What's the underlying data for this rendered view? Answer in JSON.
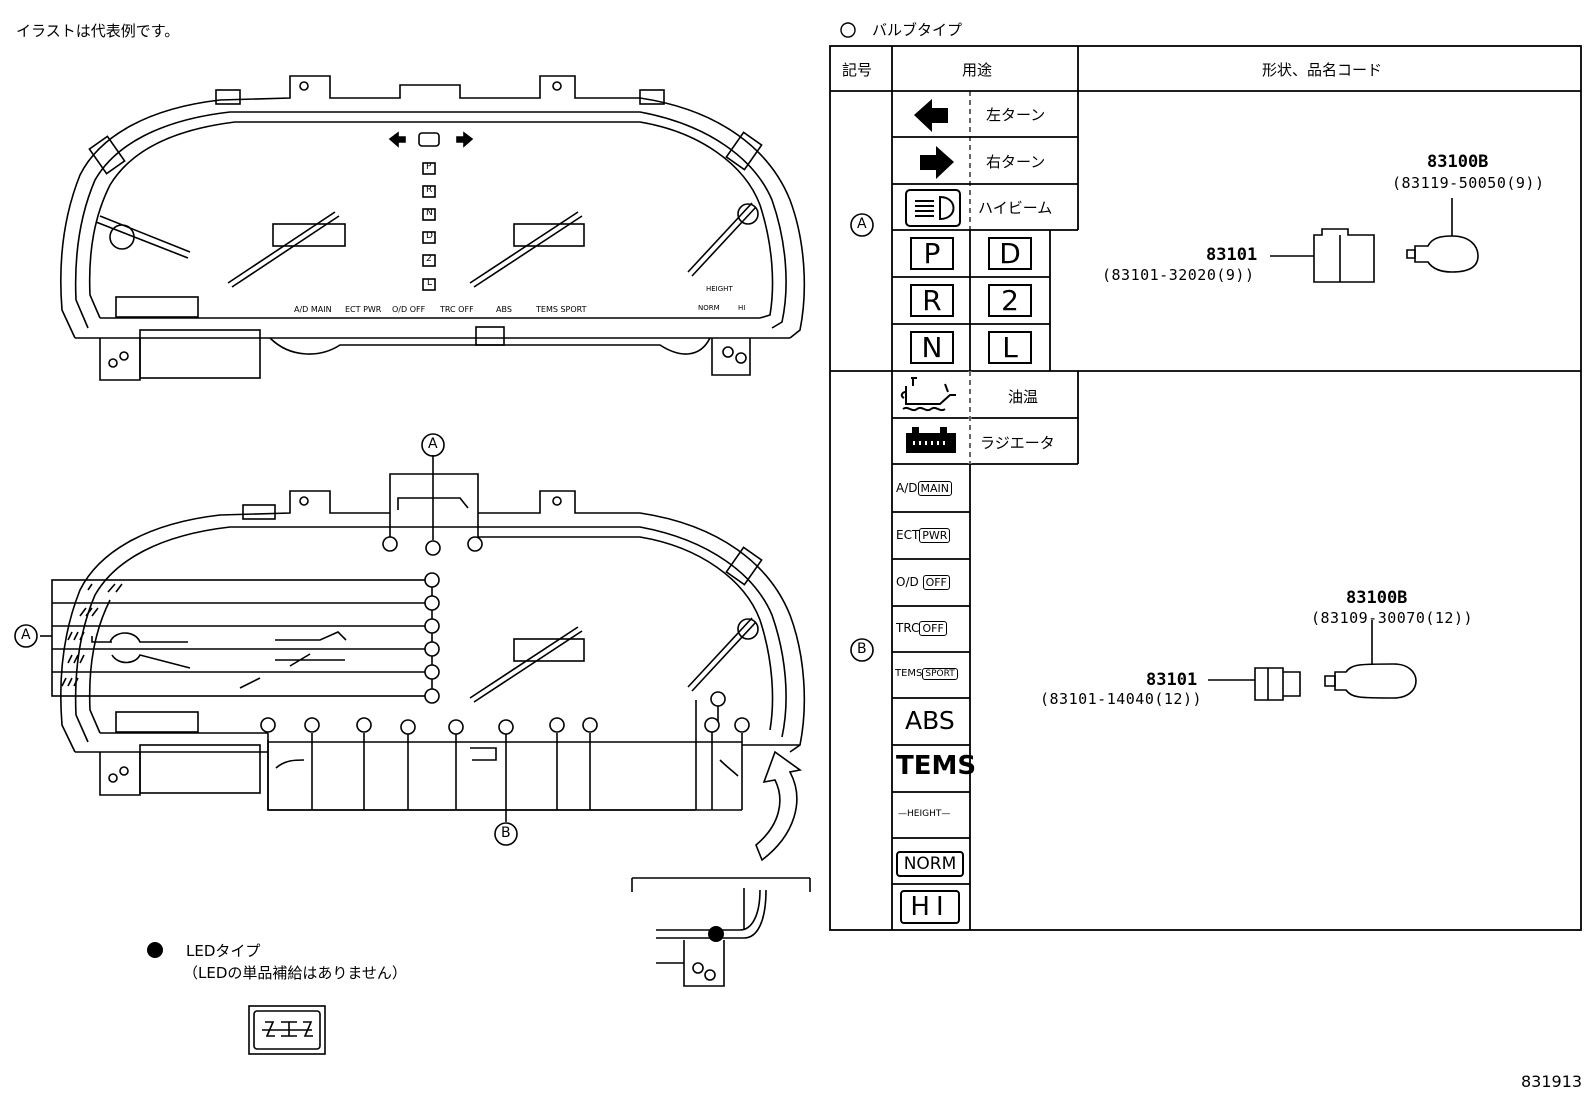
{
  "caption_top_left": "イラストは代表例です。",
  "bulb_section_title": "バルブタイプ",
  "led_section": {
    "title": "LEDタイプ",
    "note": "（LEDの単品補給はありません）",
    "icon_name": "hazard-switch-icon"
  },
  "diagram_number": "831913",
  "callouts": {
    "top_a": "A",
    "left_a": "A",
    "bottom_b": "B"
  },
  "table": {
    "headers": {
      "symbol": "記号",
      "usage": "用途",
      "shape": "形状、品名コード"
    },
    "group_a": {
      "symbol": "A",
      "rows": [
        {
          "icon": "left-turn-arrow-icon",
          "label": "左ターン"
        },
        {
          "icon": "right-turn-arrow-icon",
          "label": "右ターン"
        },
        {
          "icon": "high-beam-icon",
          "label": "ハイビーム"
        }
      ],
      "shift_positions": [
        [
          "P",
          "D"
        ],
        [
          "R",
          "2"
        ],
        [
          "N",
          "L"
        ]
      ],
      "part_bulb_code": "83100B",
      "part_bulb_sub": "(83119-50050(9))",
      "part_socket_code": "83101",
      "part_socket_sub": "(83101-32020(9))"
    },
    "group_b": {
      "symbol": "B",
      "rows": [
        {
          "icon": "oil-temp-icon",
          "label": "油温"
        },
        {
          "icon": "radiator-icon",
          "label": "ラジエータ"
        }
      ],
      "indicators": [
        {
          "prefix": "A/D",
          "box": "MAIN"
        },
        {
          "prefix": "ECT",
          "box": "PWR"
        },
        {
          "prefix": "O/D",
          "box": "OFF"
        },
        {
          "prefix": "TRC",
          "box": "OFF"
        },
        {
          "prefix": "TEMS",
          "box": "SPORT"
        }
      ],
      "abs_label": "ABS",
      "tems_label": "TEMS",
      "height_label": "HEIGHT",
      "norm_label": "NORM",
      "hi_label": "HI",
      "part_bulb_code": "83100B",
      "part_bulb_sub": "(83109-30070(12))",
      "part_socket_code": "83101",
      "part_socket_sub": "(83101-14040(12))"
    }
  },
  "cluster_top": {
    "shift_letters": [
      "P",
      "R",
      "N",
      "D",
      "2",
      "L"
    ],
    "bottom_indicators": [
      "A/D MAIN",
      "ECT PWR",
      "O/D OFF",
      "TRC OFF",
      "ABS",
      "TEMS SPORT"
    ],
    "height_caption": "HEIGHT",
    "height_boxes": [
      "NORM",
      "HI"
    ]
  },
  "chart_data": null
}
